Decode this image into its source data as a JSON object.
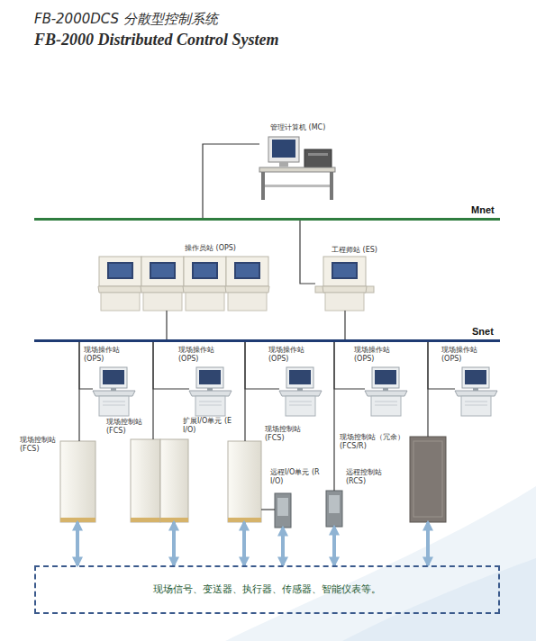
{
  "diagram": {
    "title": "FB-2000DCS 分散型控制系统",
    "nodes": [
      {
        "text": [
          "管理计算机 (MC)"
        ]
      },
      {
        "text": [
          "Mnet"
        ]
      },
      {
        "text": [
          "操作员站 (OPS)"
        ]
      },
      {
        "text": [
          "工程师站 (ES)"
        ]
      },
      {
        "text": [
          "Snet"
        ]
      },
      {
        "text": [
          "现场操作站 (OPS)"
        ]
      },
      {
        "text": [
          "现场控制站 (FCS)"
        ]
      },
      {
        "text": [
          "现场操作站 (OPS)"
        ]
      },
      {
        "text": [
          "现场控制站 (FCS)"
        ]
      },
      {
        "text": [
          "扩展I/O单元 (E I/O)"
        ]
      },
      {
        "text": [
          "现场操作站 (OPS)"
        ]
      },
      {
        "text": [
          "现场控制站 (FCS)"
        ]
      },
      {
        "text": [
          "远程I/O单元 (R I/O)"
        ]
      },
      {
        "text": [
          "现场操作站 (OPS)"
        ]
      },
      {
        "text": [
          "远程控制站 (RCS)"
        ]
      },
      {
        "text": [
          "现场操作站 (OPS)"
        ]
      },
      {
        "text": [
          "现场控制站（冗余） (FCS/R)"
        ]
      },
      {
        "text": [
          "现场信号、变送器、执行器、传感器、智能仪表等。"
        ]
      }
    ],
    "edges": [
      {
        "from": 0,
        "to": 1,
        "arrow": "none"
      },
      {
        "from": 1,
        "to": 3,
        "arrow": "none"
      },
      {
        "from": 2,
        "to": 4,
        "arrow": "none"
      },
      {
        "from": 3,
        "to": 4,
        "arrow": "none"
      },
      {
        "from": 4,
        "to": 6,
        "arrow": "none"
      },
      {
        "from": 5,
        "to": 4,
        "arrow": "none"
      },
      {
        "from": 4,
        "to": 8,
        "arrow": "none"
      },
      {
        "from": 7,
        "to": 4,
        "arrow": "none"
      },
      {
        "from": 4,
        "to": 11,
        "arrow": "none"
      },
      {
        "from": 10,
        "to": 4,
        "arrow": "none"
      },
      {
        "from": 11,
        "to": 12,
        "arrow": "none"
      },
      {
        "from": 4,
        "to": 14,
        "arrow": "none"
      },
      {
        "from": 13,
        "to": 4,
        "arrow": "none"
      },
      {
        "from": 4,
        "to": 16,
        "arrow": "none"
      },
      {
        "from": 15,
        "to": 4,
        "arrow": "none"
      },
      {
        "from": 6,
        "to": 17,
        "arrow": "both"
      },
      {
        "from": 9,
        "to": 17,
        "arrow": "both"
      },
      {
        "from": 11,
        "to": 17,
        "arrow": "both"
      },
      {
        "from": 12,
        "to": 17,
        "arrow": "both"
      },
      {
        "from": 14,
        "to": 17,
        "arrow": "both"
      },
      {
        "from": 16,
        "to": 17,
        "arrow": "both"
      }
    ],
    "labels": [
      "FB-2000 Distributed Control System"
    ]
  }
}
